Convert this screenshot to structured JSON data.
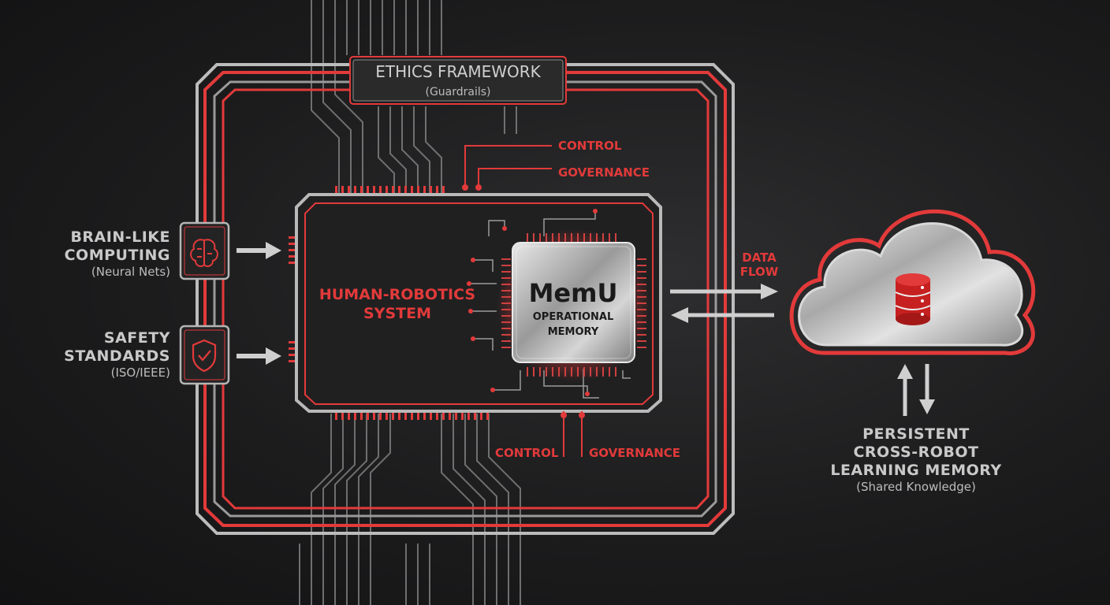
{
  "ethics": {
    "title": "ETHICS FRAMEWORK",
    "subtitle": "(Guardrails)"
  },
  "top_labels": {
    "control": "CONTROL",
    "governance": "GOVERNANCE"
  },
  "bottom_labels": {
    "control": "CONTROL",
    "governance": "GOVERNANCE"
  },
  "inputs": [
    {
      "title_line1": "BRAIN-LIKE",
      "title_line2": "COMPUTING",
      "subtitle": "(Neural Nets)",
      "icon": "brain-icon"
    },
    {
      "title_line1": "SAFETY",
      "title_line2": "STANDARDS",
      "subtitle": "(ISO/IEEE)",
      "icon": "shield-check-icon"
    }
  ],
  "system": {
    "line1": "HUMAN-ROBOTICS",
    "line2": "SYSTEM"
  },
  "chip": {
    "name": "MemU",
    "line1": "OPERATIONAL",
    "line2": "MEMORY"
  },
  "data_flow": {
    "line1": "DATA",
    "line2": "FLOW"
  },
  "cloud": {
    "icon": "database-icon",
    "title_line1": "PERSISTENT",
    "title_line2": "CROSS-ROBOT",
    "title_line3": "LEARNING MEMORY",
    "subtitle": "(Shared Knowledge)"
  },
  "colors": {
    "accent_red": "#e23a3a",
    "metal": "#c8c8c8",
    "background": "#1c1c1d"
  }
}
